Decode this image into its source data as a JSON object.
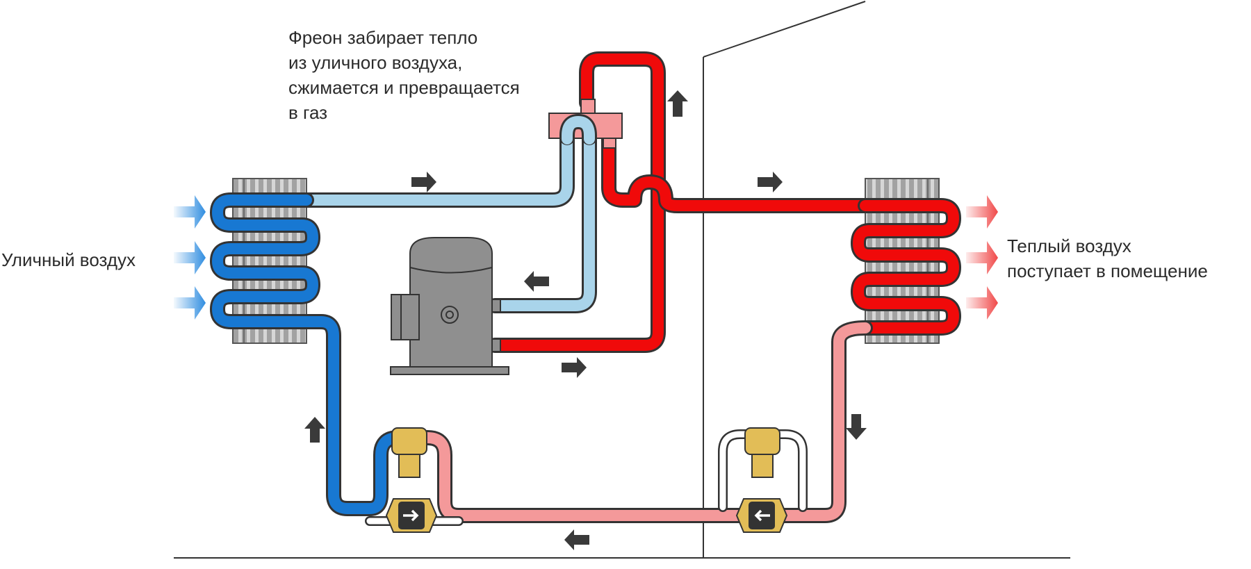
{
  "labels": {
    "freon_note": "Фреон забирает тепло\nиз уличного воздуха,\nсжимается и превращается\nв газ",
    "outdoor_air": "Уличный воздух",
    "warm_air": "Теплый воздух\nпоступает в помещение"
  },
  "colors": {
    "cold_pipe": "#1878d2",
    "cold_pipe_light": "#a9d4ea",
    "hot_pipe": "#f00a0a",
    "warm_pipe": "#f4999a",
    "compressor": "#8f8f8f",
    "valve_body": "#e2bd57",
    "arrow": "#3a3a3a",
    "air_in": "#2f8de0",
    "air_out": "#f04848",
    "outline": "#333333"
  },
  "icons": [
    "flow-arrow-icon",
    "air-inflow-arrow-icon",
    "air-outflow-arrow-icon",
    "check-valve-icon",
    "expansion-valve-icon"
  ]
}
